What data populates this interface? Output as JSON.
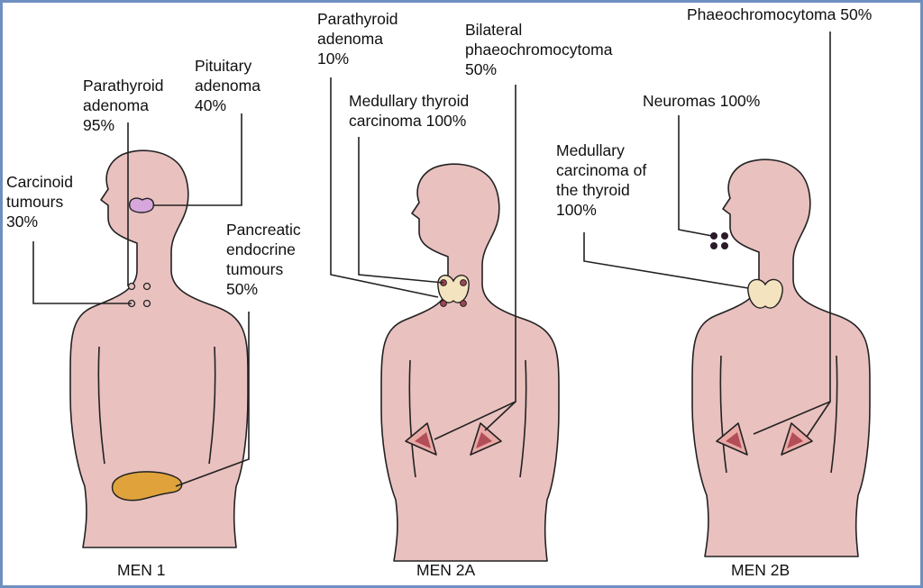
{
  "palette": {
    "skin": "#e9c1bf",
    "outline": "#222222",
    "frame": "#6f8fc1",
    "pancreas": "#e0a33c",
    "pituitary": "#d7a7dc",
    "thyroid": "#f4e3bf",
    "adrenal_inner": "#b24e58",
    "dot": "#2a1a2a"
  },
  "icons": [
    "human-silhouette",
    "pituitary-gland",
    "parathyroid-glands",
    "pancreas",
    "thyroid-gland",
    "adrenal-glands",
    "neuroma-dots"
  ],
  "panels": [
    {
      "caption": "MEN 1",
      "labels": [
        {
          "id": "parathyroid",
          "lines": [
            "Parathyroid",
            "adenoma",
            "95%"
          ]
        },
        {
          "id": "pituitary",
          "lines": [
            "Pituitary",
            "adenoma",
            "40%"
          ]
        },
        {
          "id": "carcinoid",
          "lines": [
            "Carcinoid",
            "tumours",
            "30%"
          ]
        },
        {
          "id": "pancreatic",
          "lines": [
            "Pancreatic",
            "endocrine",
            "tumours",
            "50%"
          ]
        }
      ]
    },
    {
      "caption": "MEN 2A",
      "labels": [
        {
          "id": "parathyroid",
          "lines": [
            "Parathyroid",
            "adenoma",
            "10%"
          ]
        },
        {
          "id": "phaeo",
          "lines": [
            "Bilateral",
            "phaeochromocytoma",
            "50%"
          ]
        },
        {
          "id": "medullary",
          "lines": [
            "Medullary thyroid",
            "carcinoma 100%"
          ]
        }
      ]
    },
    {
      "caption": "MEN 2B",
      "labels": [
        {
          "id": "phaeo",
          "lines": [
            "Phaeochromocytoma 50%"
          ]
        },
        {
          "id": "neuromas",
          "lines": [
            "Neuromas 100%"
          ]
        },
        {
          "id": "medullary",
          "lines": [
            "Medullary",
            "carcinoma of",
            "the thyroid",
            "100%"
          ]
        }
      ]
    }
  ]
}
